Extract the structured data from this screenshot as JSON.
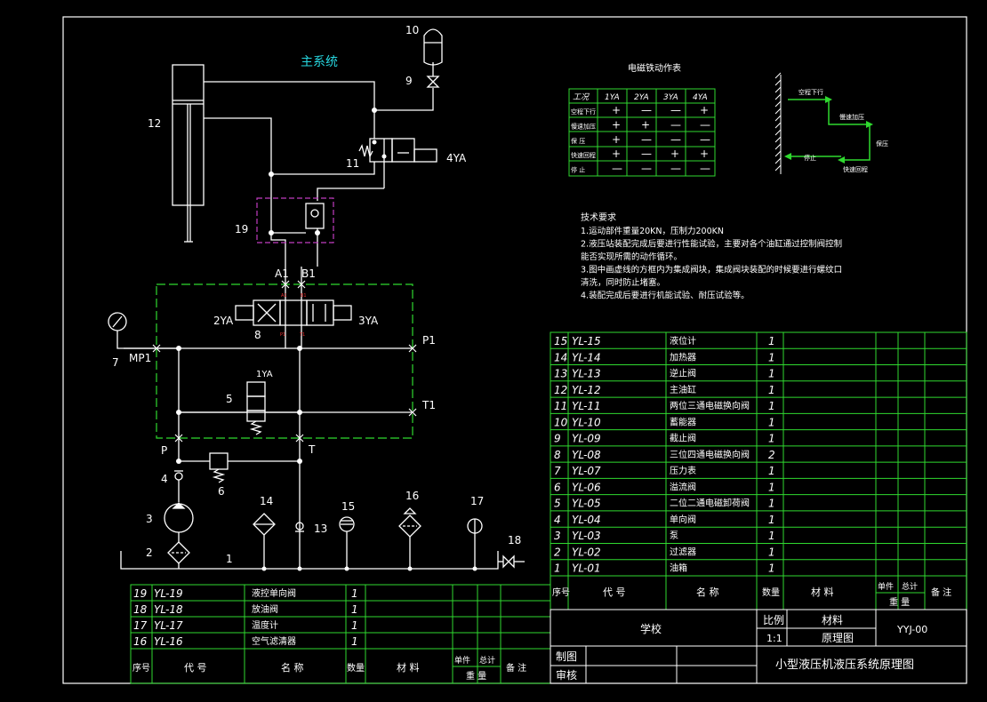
{
  "main_system_label": "主系统",
  "components": {
    "c10": "10",
    "c9": "9",
    "c12": "12",
    "c11": "11",
    "c4ya": "4YA",
    "c19": "19",
    "a1": "A1",
    "b1": "B1",
    "c2ya": "2YA",
    "c3ya": "3YA",
    "c8": "8",
    "c7": "7",
    "mp1": "MP1",
    "p1": "P1",
    "t1": "T1",
    "c1ya": "1YA",
    "c5": "5",
    "p": "P",
    "t": "T",
    "c4": "4",
    "c6": "6",
    "c3": "3",
    "c2": "2",
    "c1": "1",
    "c14": "14",
    "c13": "13",
    "c15": "15",
    "c16": "16",
    "c17": "17",
    "c18": "18",
    "a1s": "A1",
    "b1s": "B1",
    "p1s": "P1",
    "t1s": "T1"
  },
  "solenoid_table": {
    "title": "电磁铁动作表",
    "headers": [
      "工况",
      "1YA",
      "2YA",
      "3YA",
      "4YA"
    ],
    "rows": [
      [
        "空程下行",
        "+",
        "—",
        "—",
        "+"
      ],
      [
        "慢速加压",
        "+",
        "+",
        "—",
        "—"
      ],
      [
        "保  压",
        "+",
        "—",
        "—",
        "—"
      ],
      [
        "快速回程",
        "+",
        "—",
        "+",
        "+"
      ],
      [
        "停  止",
        "—",
        "—",
        "—",
        "—"
      ]
    ]
  },
  "cycle": {
    "s1": "空程下行",
    "s2": "慢速加压",
    "s3": "保压",
    "s4": "停止",
    "s5": "快速回程"
  },
  "tech": {
    "title": "技术要求",
    "lines": [
      "1.运动部件重量20KN，压制力200KN",
      "2.液压站装配完成后要进行性能试验，主要对各个油缸通过控制阀控制",
      "能否实现所需的动作循环。",
      "3.图中画虚线的方框内为集成阀块，集成阀块装配的时候要进行螺纹口",
      "清洗，同时防止堵塞。",
      "4.装配完成后要进行机能试验、耐压试验等。"
    ]
  },
  "bom_right": [
    [
      "15",
      "YL-15",
      "液位计",
      "1"
    ],
    [
      "14",
      "YL-14",
      "加热器",
      "1"
    ],
    [
      "13",
      "YL-13",
      "逆止阀",
      "1"
    ],
    [
      "12",
      "YL-12",
      "主油缸",
      "1"
    ],
    [
      "11",
      "YL-11",
      "两位三通电磁换向阀",
      "1"
    ],
    [
      "10",
      "YL-10",
      "蓄能器",
      "1"
    ],
    [
      "9",
      "YL-09",
      "截止阀",
      "1"
    ],
    [
      "8",
      "YL-08",
      "三位四通电磁换向阀",
      "2"
    ],
    [
      "7",
      "YL-07",
      "压力表",
      "1"
    ],
    [
      "6",
      "YL-06",
      "溢流阀",
      "1"
    ],
    [
      "5",
      "YL-05",
      "二位二通电磁卸荷阀",
      "1"
    ],
    [
      "4",
      "YL-04",
      "单向阀",
      "1"
    ],
    [
      "3",
      "YL-03",
      "泵",
      "1"
    ],
    [
      "2",
      "YL-02",
      "过滤器",
      "1"
    ],
    [
      "1",
      "YL-01",
      "油箱",
      "1"
    ]
  ],
  "bom_left": [
    [
      "19",
      "YL-19",
      "液控单向阀",
      "1"
    ],
    [
      "18",
      "YL-18",
      "放油阀",
      "1"
    ],
    [
      "17",
      "YL-17",
      "温度计",
      "1"
    ],
    [
      "16",
      "YL-16",
      "空气滤清器",
      "1"
    ]
  ],
  "bom_header": {
    "no": "序号",
    "code": "代 号",
    "name": "名 称",
    "qty": "数量",
    "mat": "材 料",
    "unit": "单件",
    "total": "总计",
    "weight": "重 量",
    "note": "备 注"
  },
  "title_block": {
    "school": "学校",
    "scale_label": "比例",
    "scale": "1:1",
    "material_label": "材料",
    "drawing_type": "原理图",
    "code": "YYJ-00",
    "drawn": "制图",
    "checked": "审核",
    "title": "小型液压机液压系统原理图"
  }
}
